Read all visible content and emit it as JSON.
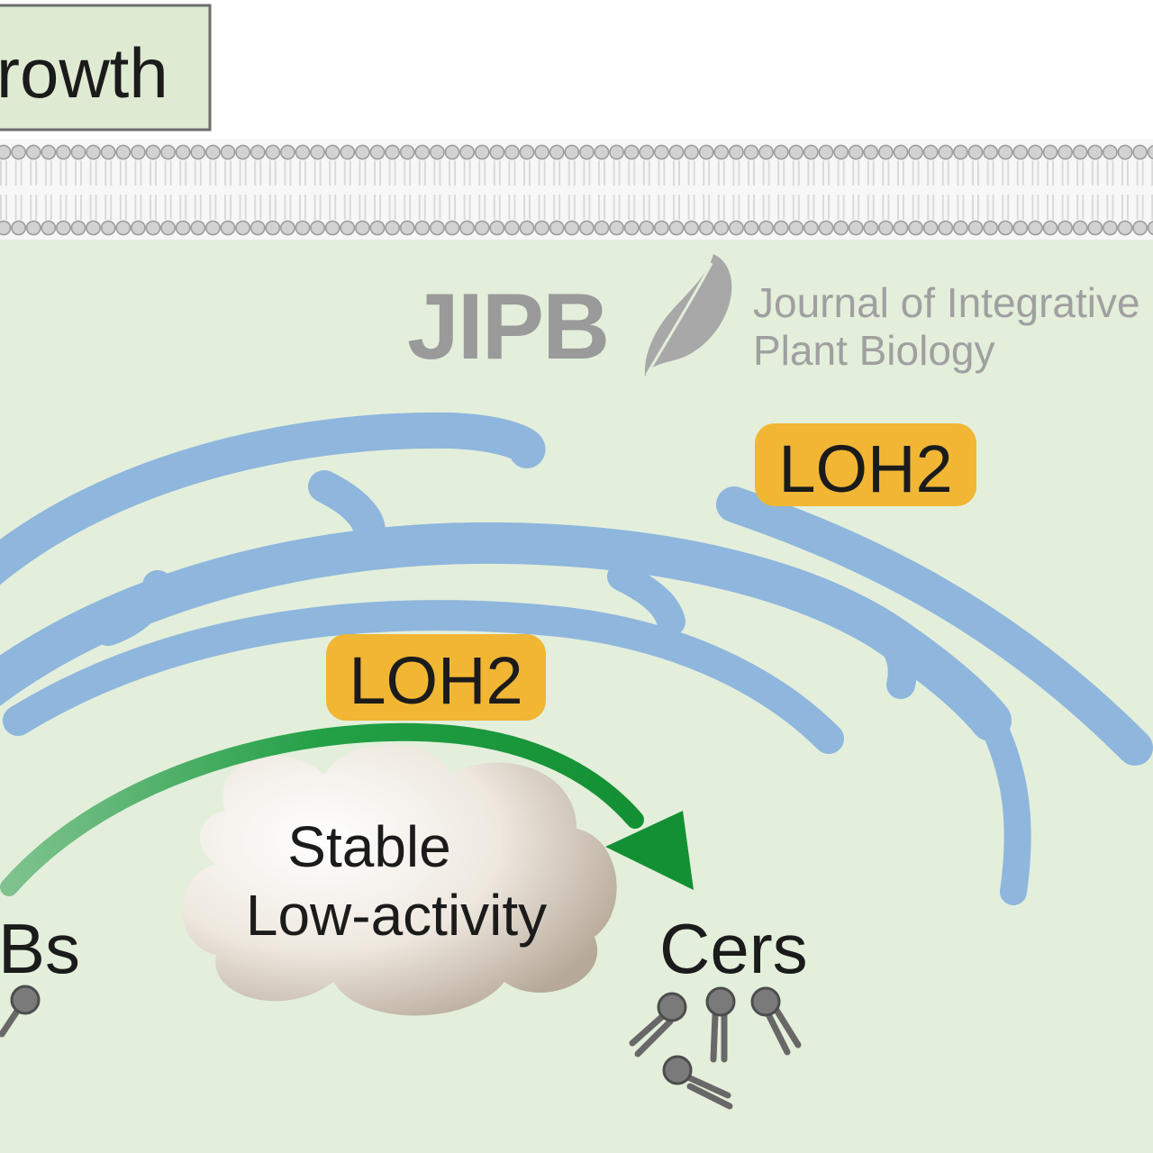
{
  "header_box": {
    "label": "rowth"
  },
  "watermark": {
    "acronym": "JIPB",
    "line1": "Journal of Integrative",
    "line2": "Plant Biology"
  },
  "proteins": [
    {
      "label": "LOH2"
    },
    {
      "label": "LOH2"
    }
  ],
  "cloud": {
    "line1": "Stable",
    "line2": "Low-activity"
  },
  "substrate": {
    "label": "Bs"
  },
  "product": {
    "label": "Cers"
  },
  "colors": {
    "cytoplasm": "#e3efdb",
    "er": "#8fb6dd",
    "protein": "#f1b634",
    "arrow": "#1e9b3c",
    "membrane": "#c9c9c9",
    "header_box": "#dfead2"
  }
}
